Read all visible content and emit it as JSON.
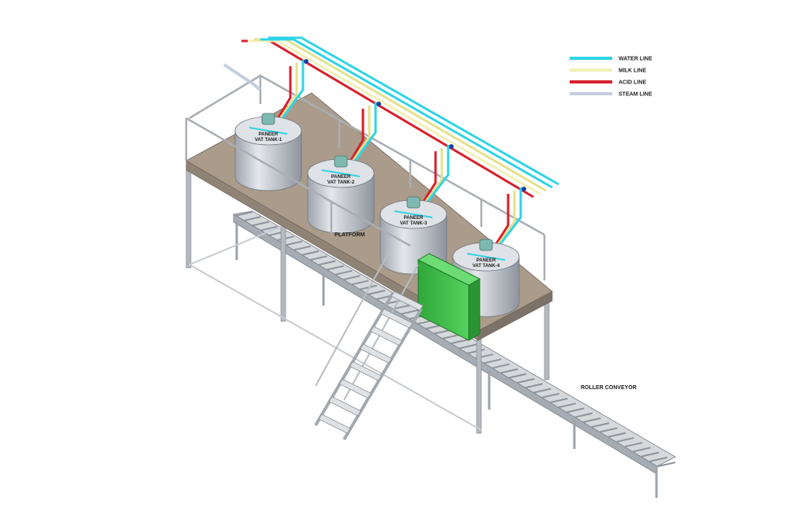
{
  "legend": {
    "items": [
      {
        "label": "WATER LINE",
        "color": "#2fd3e6"
      },
      {
        "label": "MILK LINE",
        "color": "#f2f0b5"
      },
      {
        "label": "ACID LINE",
        "color": "#d8202a"
      },
      {
        "label": "STEAM LINE",
        "color": "#c6cde0"
      }
    ]
  },
  "tanks": [
    {
      "line1": "PANEER",
      "line2": "VAT TANK-1"
    },
    {
      "line1": "PANEER",
      "line2": "VAT TANK-2"
    },
    {
      "line1": "PANEER",
      "line2": "VAT TANK-3"
    },
    {
      "line1": "PANEER",
      "line2": "VAT TANK-4"
    }
  ],
  "labels": {
    "platform": "PLATFORM",
    "conveyor": "ROLLER CONVEYOR"
  },
  "colors": {
    "deck": "#a99b8c",
    "steel": "#b9bec4",
    "tank": "#c9cdd3",
    "panel": "#3fc24a",
    "motor": "#7fb8b0"
  }
}
